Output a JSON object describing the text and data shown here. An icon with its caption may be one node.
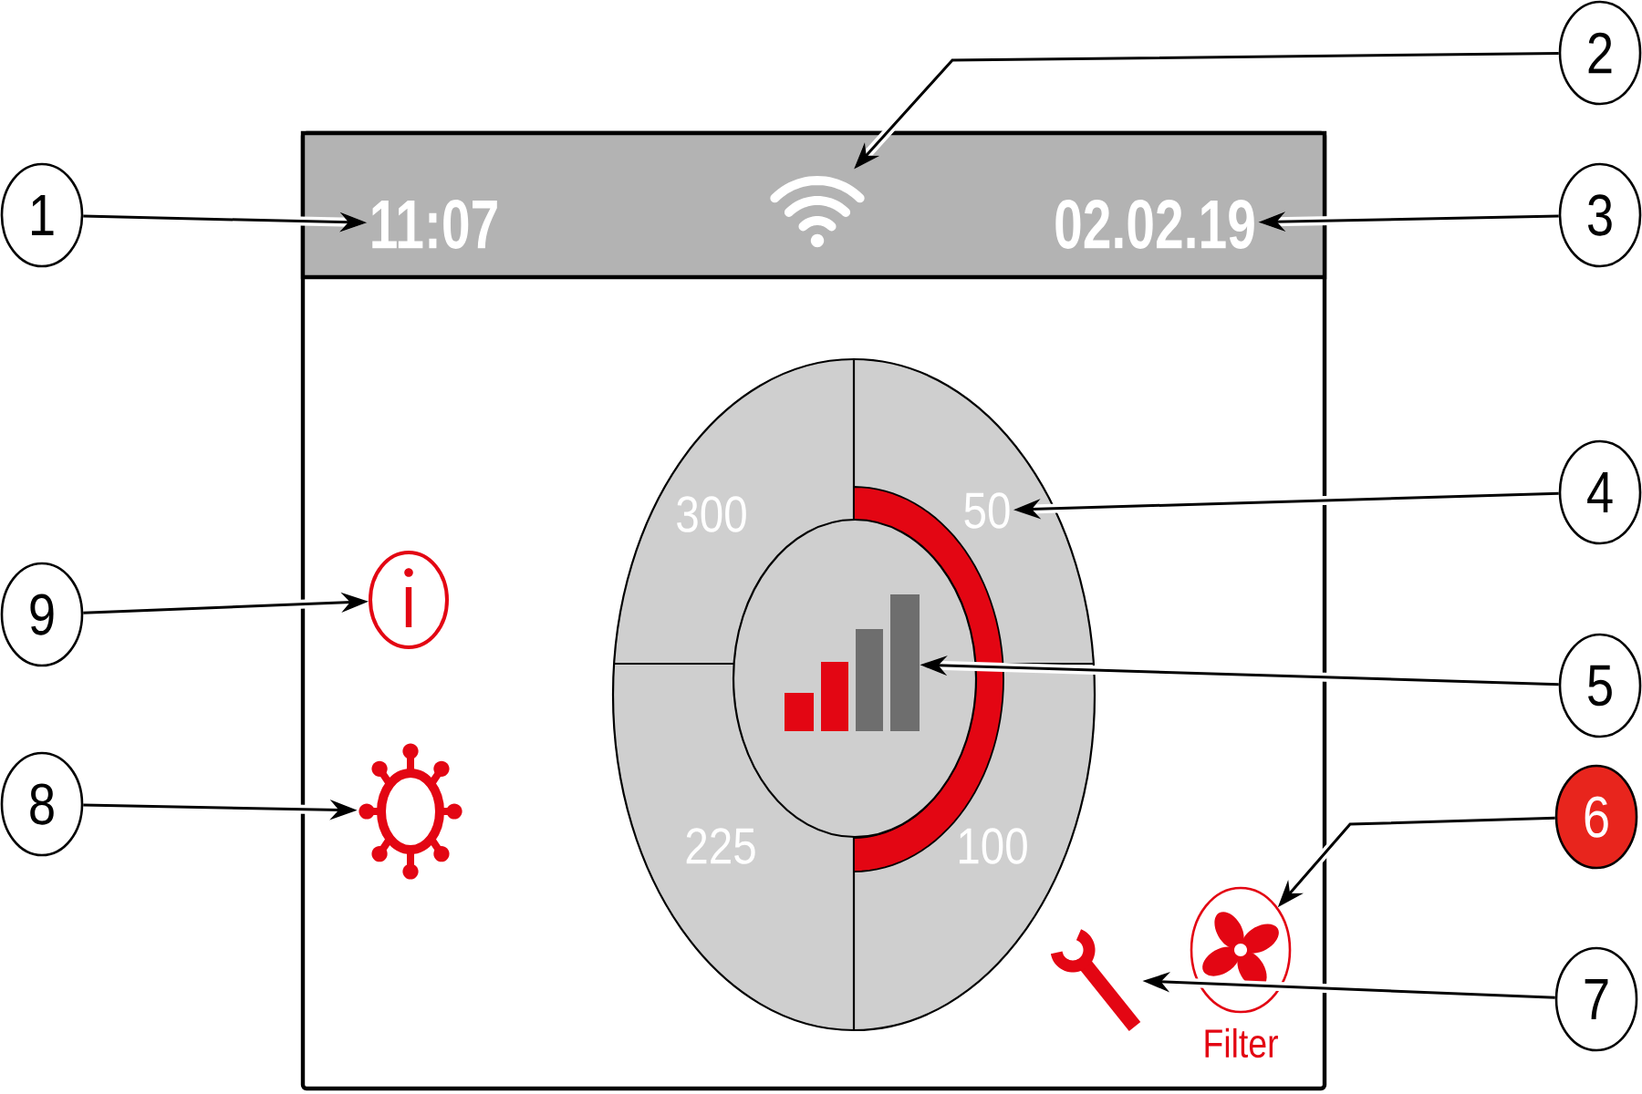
{
  "diagram": {
    "nodes": [
      {
        "text": [
          "2"
        ]
      },
      {
        "text": [],
        "shape": "box"
      },
      {
        "text": [],
        "shape": "bar",
        "in": 1
      },
      {
        "text": [
          "1"
        ]
      },
      {
        "text": [
          "11:07"
        ],
        "in": 2
      },
      {
        "text": [],
        "shape": "picture",
        "in": 2
      },
      {
        "text": [
          "02.02.19"
        ],
        "in": 2
      },
      {
        "text": [
          "3"
        ]
      },
      {
        "text": [],
        "shape": "circle",
        "in": 1
      },
      {
        "text": [
          "300"
        ],
        "in": 8
      },
      {
        "text": [
          "50"
        ],
        "in": 8
      },
      {
        "text": [
          "4"
        ]
      },
      {
        "text": [
          "9"
        ]
      },
      {
        "text": [],
        "shape": "picture",
        "in": 1
      },
      {
        "text": [],
        "shape": "circle",
        "in": 8
      },
      {
        "text": [],
        "shape": "picture",
        "in": 14
      },
      {
        "text": [
          "5"
        ]
      },
      {
        "text": [
          "8"
        ]
      },
      {
        "text": [],
        "shape": "picture",
        "in": 1
      },
      {
        "text": [
          "225"
        ],
        "in": 8
      },
      {
        "text": [
          "100"
        ],
        "in": 8
      },
      {
        "text": [
          "6"
        ]
      },
      {
        "text": [],
        "shape": "picture",
        "beside": [
          "Filter"
        ],
        "in": 1
      },
      {
        "text": [],
        "shape": "picture",
        "in": 1
      },
      {
        "text": [
          "7"
        ]
      }
    ],
    "edges": [
      {
        "from": 3,
        "to": 4,
        "arrow": "to"
      },
      {
        "from": 0,
        "to": 5,
        "arrow": "to"
      },
      {
        "from": 7,
        "to": 6,
        "arrow": "to"
      },
      {
        "from": 11,
        "to": 10,
        "arrow": "to"
      },
      {
        "from": 16,
        "to": 15,
        "arrow": "to"
      },
      {
        "from": 21,
        "to": 22,
        "arrow": "to"
      },
      {
        "from": 24,
        "to": 23,
        "arrow": "to"
      },
      {
        "from": 17,
        "to": 18,
        "arrow": "to"
      },
      {
        "from": 12,
        "to": 13,
        "arrow": "to"
      }
    ]
  }
}
